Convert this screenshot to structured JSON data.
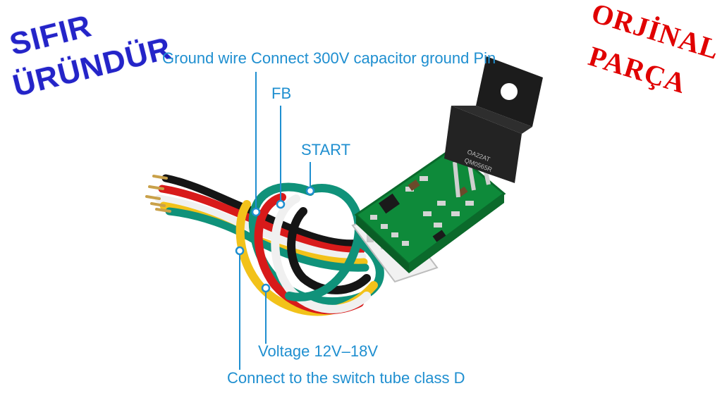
{
  "stamps": {
    "left_line1": "SIFIR",
    "left_line2": "ÜRÜNDÜR",
    "right_line1": "ORJİNAL",
    "right_line2": "PARÇA"
  },
  "labels": {
    "ground": "Ground wire Connect 300V capacitor ground Pin",
    "fb": "FB",
    "start": "START",
    "voltage": "Voltage 12V–18V",
    "switch": "Connect to the switch tube class D"
  },
  "component": {
    "marking_line1": "OA22AT",
    "marking_line2": "QM0565R"
  },
  "colors": {
    "label_blue": "#1f8fd0",
    "stamp_blue": "#2424c8",
    "stamp_red": "#e00000",
    "pcb_green": "#0e8a3a"
  }
}
